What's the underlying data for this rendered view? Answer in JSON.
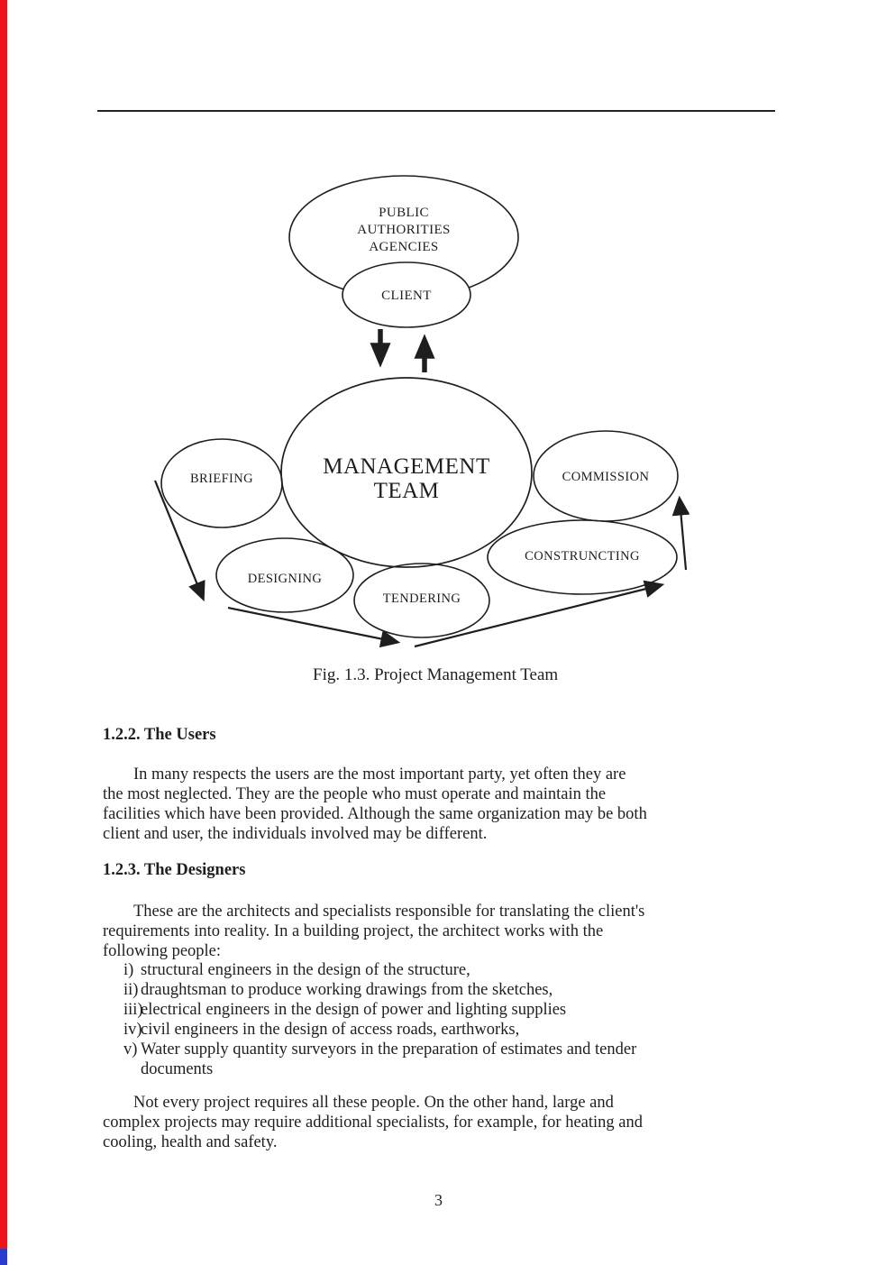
{
  "colors": {
    "accent_strip": "#ee1518",
    "strip_tail": "#2a3ccf",
    "ink": "#1f1f1f"
  },
  "figure": {
    "caption": "Fig. 1.3. Project Management Team",
    "nodes": {
      "public_authorities": {
        "lines": [
          "PUBLIC",
          "AUTHORITIES",
          "AGENCIES"
        ]
      },
      "client": "CLIENT",
      "management_team": {
        "lines": [
          "MANAGEMENT",
          "TEAM"
        ]
      },
      "briefing": "BRIEFING",
      "commission": "COMMISSION",
      "designing": "DESIGNING",
      "tendering": "TENDERING",
      "construncting": "CONSTRUNCTING"
    }
  },
  "users_section": {
    "heading": "1.2.2. The Users",
    "para": [
      "In many respects the users are the most important party, yet often they are",
      "the most neglected. They are the people who must operate and maintain the",
      "facilities which have been provided. Although the same organization may be both",
      "client and user, the individuals involved may be different."
    ]
  },
  "designers_section": {
    "heading": "1.2.3. The Designers",
    "para": [
      "These are the architects and specialists responsible for translating the client's",
      "requirements into reality. In a building project, the architect works with the",
      "following people:"
    ]
  },
  "designers_list": {
    "items": [
      {
        "marker": "i)",
        "text": "structural engineers in the design of the structure,"
      },
      {
        "marker": "ii)",
        "text": "draughtsman to produce working drawings from the sketches,"
      },
      {
        "marker": "iii)",
        "text": "electrical engineers in the design of power and lighting supplies"
      },
      {
        "marker": "iv)",
        "text": "civil engineers in the design of access roads, earthworks,"
      },
      {
        "marker": "v)",
        "text": "Water supply quantity surveyors in the preparation of estimates and tender",
        "text2": "documents"
      }
    ]
  },
  "closing_para": [
    "Not every project requires all these people. On the other hand, large and",
    "complex projects may require additional specialists, for example, for heating and",
    "cooling, health and safety."
  ],
  "page": {
    "number": "3"
  }
}
